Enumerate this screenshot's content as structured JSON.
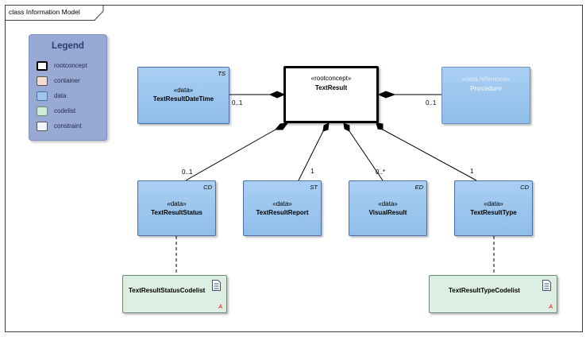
{
  "frame": {
    "title": "class Information Model"
  },
  "legend": {
    "title": "Legend",
    "items": [
      {
        "label": "rootconcept",
        "color": "#ffffff",
        "border": "#000000"
      },
      {
        "label": "container",
        "color": "#f3dccf",
        "border": "#777777"
      },
      {
        "label": "data",
        "color": "#9fc7ee",
        "border": "#4a6fa5"
      },
      {
        "label": "codelist",
        "color": "#cfeeda",
        "border": "#6a8a74"
      },
      {
        "label": "constraint",
        "color": "#f2f4fb",
        "border": "#777777"
      }
    ]
  },
  "classes": {
    "root": {
      "stereotype": "«rootconcept»",
      "name": "TextResult"
    },
    "datetime": {
      "stereotype": "«data»",
      "name": "TextResultDateTime",
      "tag": "TS"
    },
    "procedure": {
      "stereotype": "«data,reference»",
      "name": "Procedure"
    },
    "status": {
      "stereotype": "«data»",
      "name": "TextResultStatus",
      "tag": "CD"
    },
    "report": {
      "stereotype": "«data»",
      "name": "TextResultReport",
      "tag": "ST"
    },
    "visual": {
      "stereotype": "«data»",
      "name": "VisualResult",
      "tag": "ED"
    },
    "type": {
      "stereotype": "«data»",
      "name": "TextResultType",
      "tag": "CD"
    },
    "status_codelist": {
      "name": "TextResultStatusCodelist",
      "mark": "A"
    },
    "type_codelist": {
      "name": "TextResultTypeCodelist",
      "mark": "A"
    }
  },
  "multiplicities": {
    "datetime": "0..1",
    "procedure": "0..1",
    "status": "0..1",
    "report": "1",
    "visual": "0..*",
    "type": "1"
  }
}
